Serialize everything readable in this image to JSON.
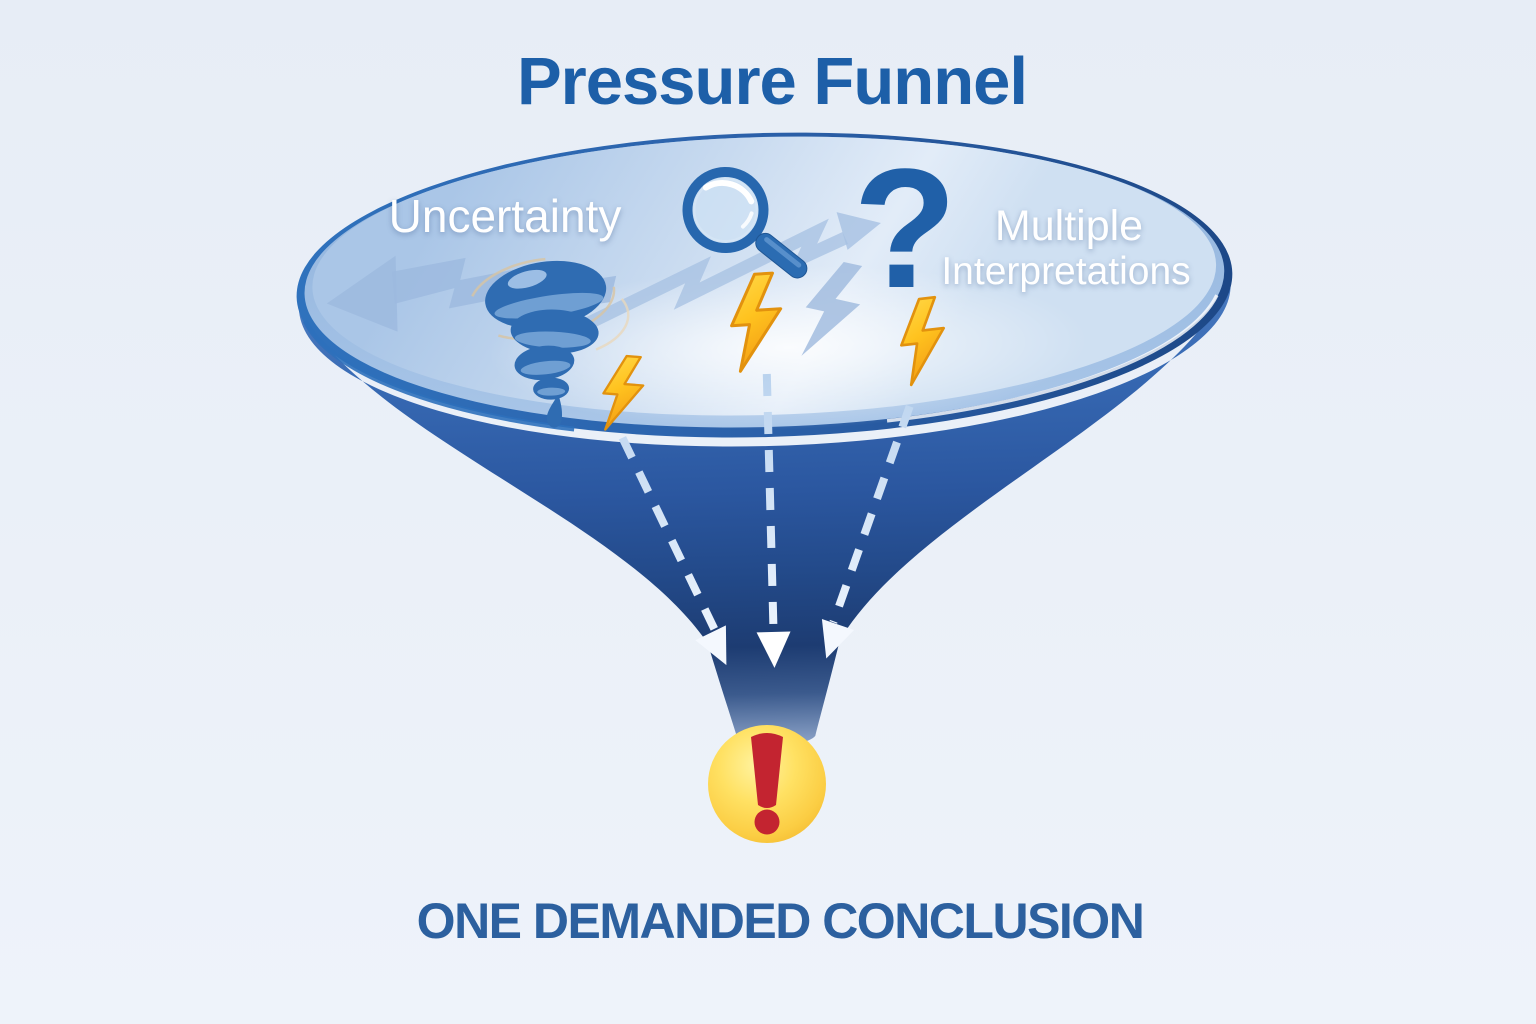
{
  "title": "Pressure Funnel",
  "funnel": {
    "labels": {
      "uncertainty": "Uncertainty",
      "multiple_line1": "Multiple",
      "multiple_line2": "Interpretations"
    },
    "question_mark": "?",
    "exclamation_mark": "!",
    "icons": [
      "tornado-icon",
      "magnifier-icon",
      "question-mark-icon",
      "lightning-bolt-icon",
      "zigzag-arrow-icon",
      "dashed-arrow-icon",
      "warning-circle-icon",
      "exclamation-icon"
    ]
  },
  "conclusion": {
    "caption": "ONE DEMANDED CONCLUSION"
  },
  "colors": {
    "background": "#e9eff8",
    "title_blue": "#1d5fa8",
    "caption_blue": "#2c609f",
    "funnel_wall_top": "#4d7ec3",
    "funnel_wall_dark": "#1d3c72",
    "funnel_surface_light": "#e2ecf8",
    "funnel_surface_mid": "#aac6e7",
    "silhouette_blue": "#9cb9de",
    "bolt_yellow": "#ffc31f",
    "bolt_edge": "#e2920e",
    "alert_yellow": "#fbcd43",
    "alert_red": "#c32430",
    "label_white": "#ffffff",
    "icon_blue": "#2b6cb2"
  }
}
